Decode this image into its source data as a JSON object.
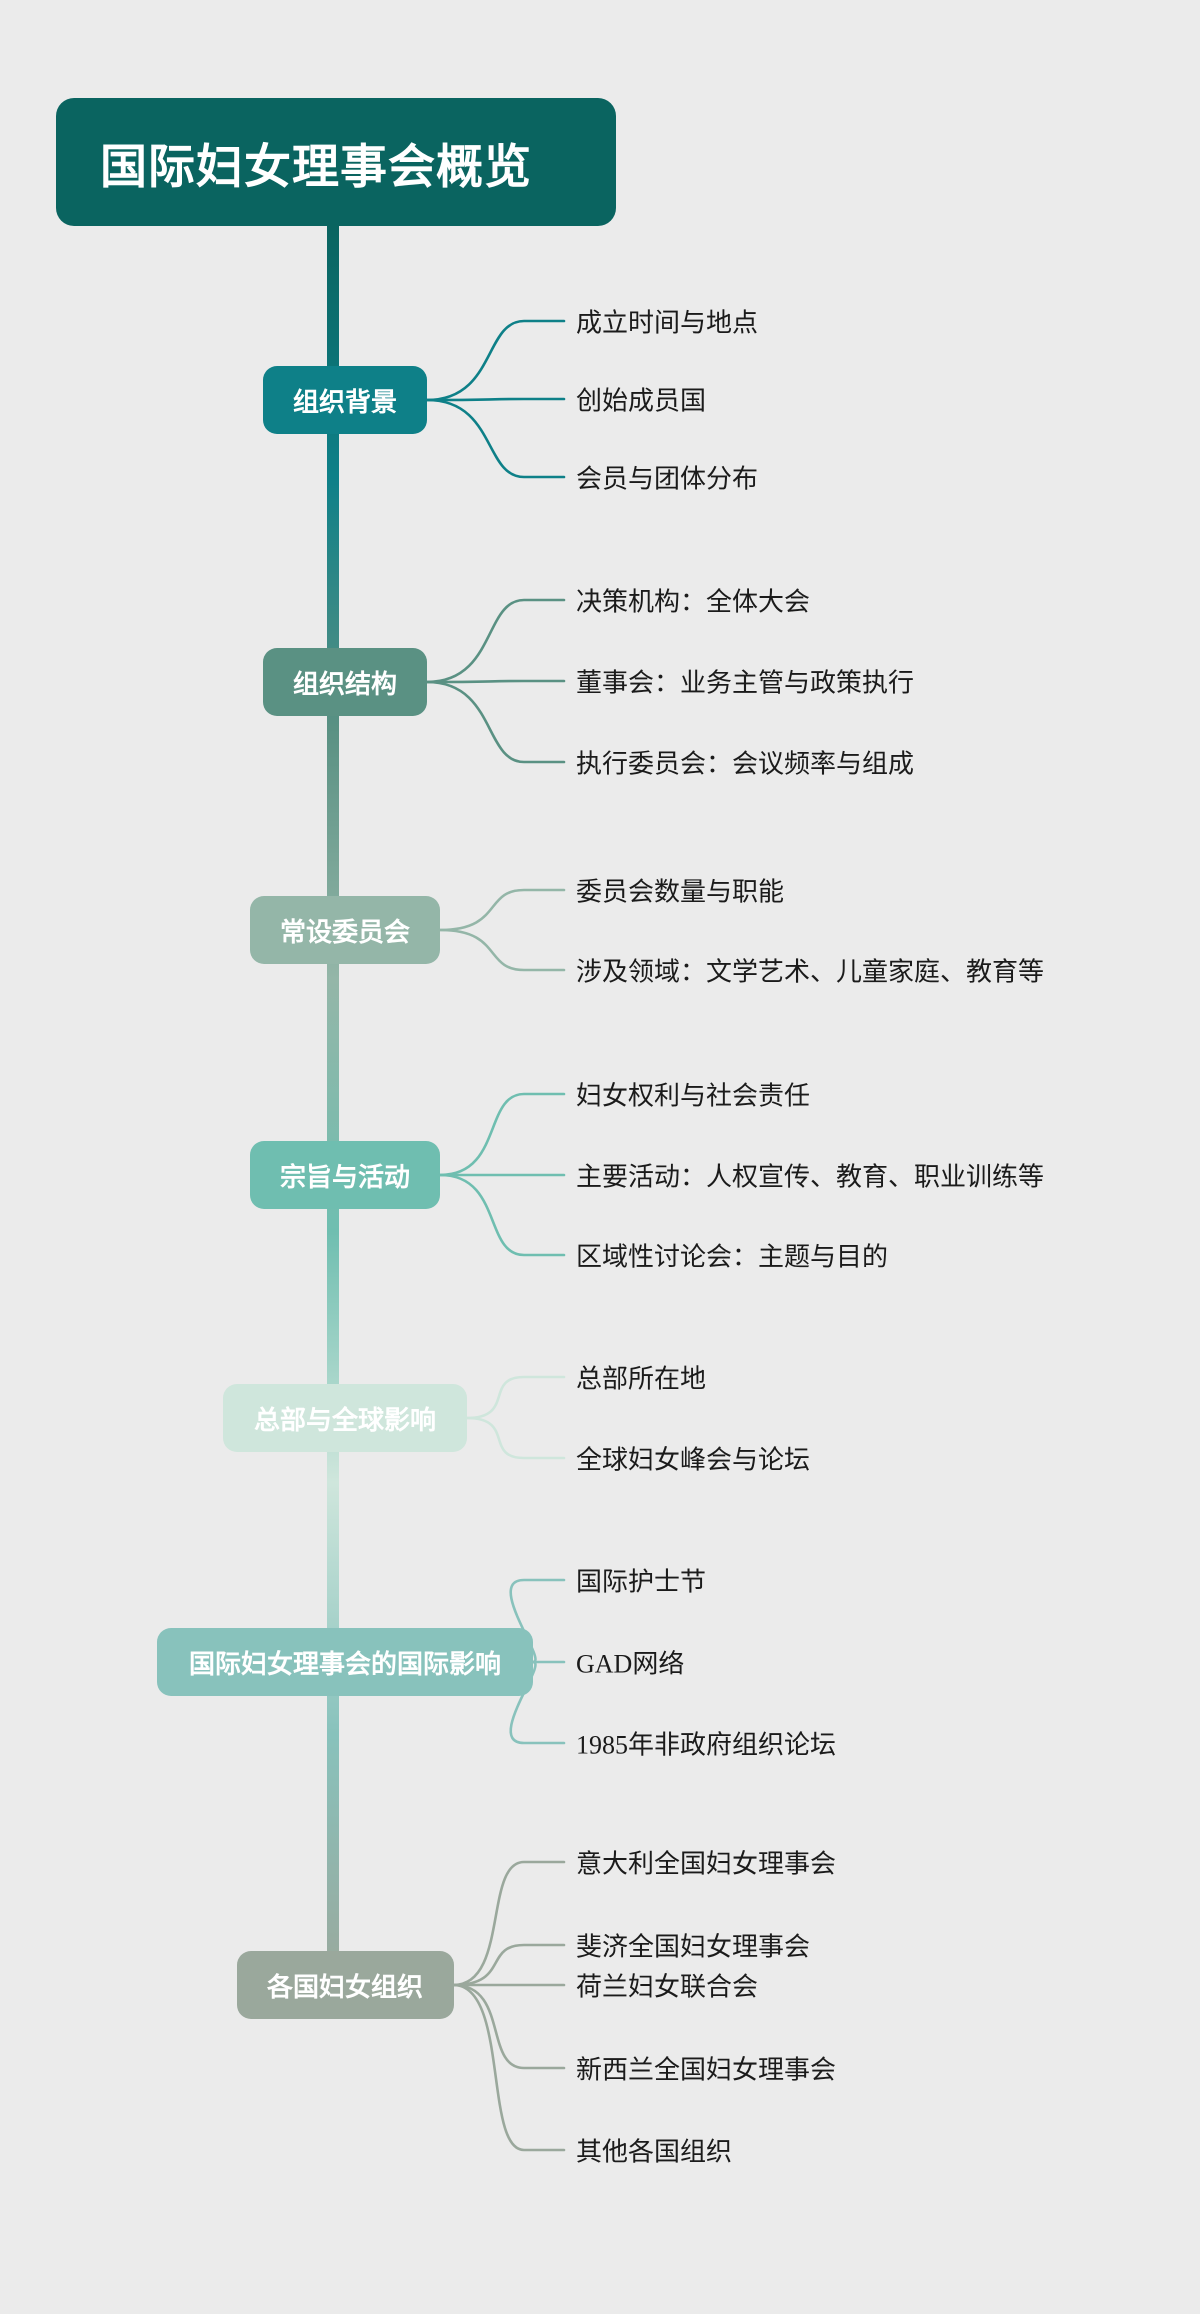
{
  "background_color": "#ebebeb",
  "title": {
    "text": "国际妇女理事会概览",
    "color": "#0a6460",
    "text_color": "#ffffff"
  },
  "branches": [
    {
      "label": "组织背景",
      "color": "#0e8088",
      "leaves": [
        "成立时间与地点",
        "创始成员国",
        "会员与团体分布"
      ]
    },
    {
      "label": "组织结构",
      "color": "#5a9183",
      "leaves": [
        "决策机构：全体大会",
        "董事会：业务主管与政策执行",
        "执行委员会：会议频率与组成"
      ]
    },
    {
      "label": "常设委员会",
      "color": "#94b6a8",
      "leaves": [
        "委员会数量与职能",
        "涉及领域：文学艺术、儿童家庭、教育等"
      ]
    },
    {
      "label": "宗旨与活动",
      "color": "#6fbeb0",
      "leaves": [
        "妇女权利与社会责任",
        "主要活动：人权宣传、教育、职业训练等",
        "区域性讨论会：主题与目的"
      ]
    },
    {
      "label": "总部与全球影响",
      "color": "#cfe6dc",
      "leaves": [
        "总部所在地",
        "全球妇女峰会与论坛"
      ]
    },
    {
      "label": "国际妇女理事会的国际影响",
      "color": "#88c2bc",
      "leaves": [
        "国际护士节",
        "GAD网络",
        "1985年非政府组织论坛"
      ]
    },
    {
      "label": "各国妇女组织",
      "color": "#9aa89c",
      "leaves": [
        "意大利全国妇女理事会",
        "斐济全国妇女理事会",
        "荷兰妇女联合会",
        "新西兰全国妇女理事会",
        "其他各国组织"
      ]
    }
  ]
}
